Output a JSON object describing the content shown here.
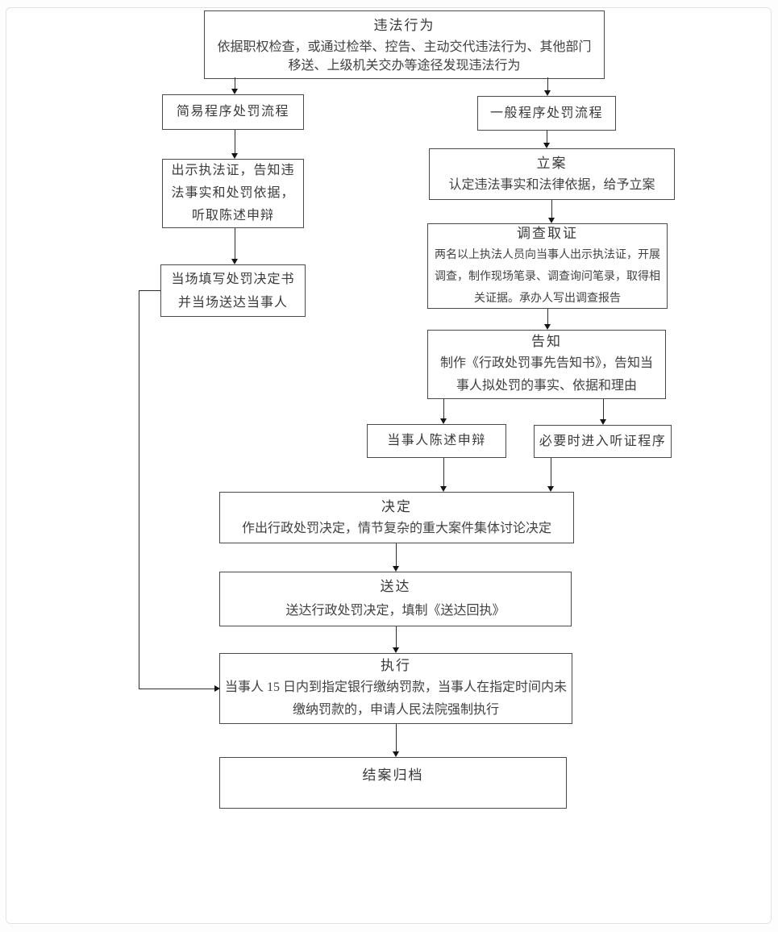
{
  "diagram": {
    "nodes": {
      "illegal_act": {
        "title": "违法行为",
        "body": "依据职权检查，或通过检举、控告、主动交代违法行为、其他部门移送、上级机关交办等途径发现违法行为"
      },
      "simple_procedure": {
        "title": "简易程序处罚流程"
      },
      "general_procedure": {
        "title": "一般程序处罚流程"
      },
      "show_credentials": {
        "title": "出示执法证，告知违法事实和处罚依据，听取陈述申辩"
      },
      "onsite_decision": {
        "title": "当场填写处罚决定书并当场送达当事人"
      },
      "case_filing": {
        "title": "立案",
        "body": "认定违法事实和法律依据，给予立案"
      },
      "investigation": {
        "title": "调查取证",
        "body": "两名以上执法人员向当事人出示执法证，开展调查，制作现场笔录、调查询问笔录，取得相关证据。承办人写出调查报告"
      },
      "notification": {
        "title": "告知",
        "body": "制作《行政处罚事先告知书》，告知当事人拟处罚的事实、依据和理由"
      },
      "statement_defense": {
        "title": "当事人陈述申辩"
      },
      "hearing": {
        "title": "必要时进入听证程序"
      },
      "decision": {
        "title": "决定",
        "body": "作出行政处罚决定，情节复杂的重大案件集体讨论决定"
      },
      "service": {
        "title": "送达",
        "body": "送达行政处罚决定，填制《送达回执》"
      },
      "execution": {
        "title": "执行",
        "body": "当事人 15 日内到指定银行缴纳罚款，当事人在指定时间内未缴纳罚款的，申请人民法院强制执行"
      },
      "closing": {
        "title": "结案归档"
      }
    },
    "colors": {
      "box_border": "#4a4a4a",
      "connector": "#2d2d2d",
      "text": "#3a3a3a",
      "background": "#ffffff"
    }
  }
}
